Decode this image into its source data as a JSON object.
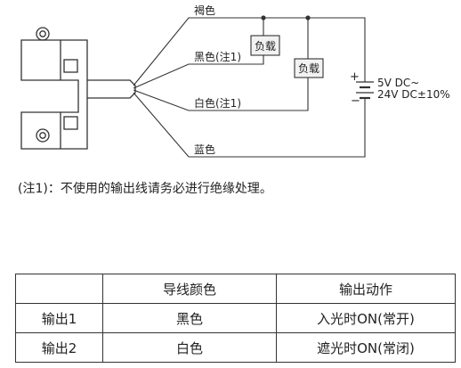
{
  "diagram": {
    "wires": {
      "brown": "褐色",
      "black": "黑色(注1)",
      "white": "白色(注1)",
      "blue": "蓝色"
    },
    "load_label": "负载",
    "supply": {
      "plus": "+",
      "minus": "−",
      "line1": "5V DC~",
      "line2": "24V DC±10%"
    }
  },
  "note": "(注1)：不使用的输出线请务必进行绝缘处理。",
  "table": {
    "headers": [
      "",
      "导线颜色",
      "输出动作"
    ],
    "rows": [
      [
        "输出1",
        "黑色",
        "入光时ON(常开)"
      ],
      [
        "输出2",
        "白色",
        "遮光时ON(常闭)"
      ]
    ]
  }
}
